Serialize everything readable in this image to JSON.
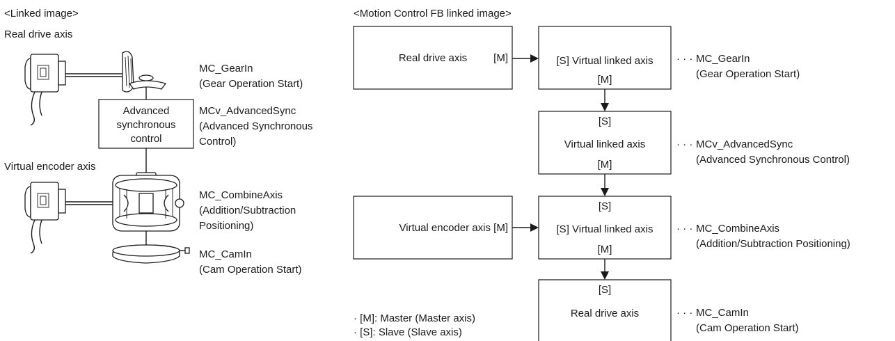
{
  "left_panel": {
    "heading": "<Linked image>",
    "real_drive_label": "Real drive axis",
    "advanced_box_lines": [
      "Advanced",
      "synchronous",
      "control"
    ],
    "virtual_encoder_label": "Virtual encoder axis",
    "fb_labels": [
      {
        "name": "MC_GearIn",
        "desc_lines": [
          "(Gear Operation Start)"
        ]
      },
      {
        "name": "MCv_AdvancedSync",
        "desc_lines": [
          "(Advanced Synchronous",
          "Control)"
        ]
      },
      {
        "name": "MC_CombineAxis",
        "desc_lines": [
          "(Addition/Subtraction",
          "Positioning)"
        ]
      },
      {
        "name": "MC_CamIn",
        "desc_lines": [
          "(Cam Operation Start)"
        ]
      }
    ]
  },
  "right_panel": {
    "heading": "<Motion Control FB linked image>",
    "real_drive_box": {
      "label": "Real drive axis",
      "port": "[M]"
    },
    "virtual_encoder_box": {
      "label": "Virtual encoder axis",
      "port": "[M]"
    },
    "chain": [
      {
        "top": "",
        "label": "[S] Virtual linked axis",
        "bottom": "[M]"
      },
      {
        "top": "[S]",
        "label": "Virtual linked axis",
        "bottom": "[M]"
      },
      {
        "top": "[S]",
        "label": "[S] Virtual linked axis",
        "bottom": "[M]"
      },
      {
        "top": "[S]",
        "label": "Real drive axis",
        "bottom": ""
      }
    ],
    "dots": "· · ·",
    "fb_labels": [
      {
        "name": "MC_GearIn",
        "desc": "(Gear Operation Start)"
      },
      {
        "name": "MCv_AdvancedSync",
        "desc": "(Advanced Synchronous Control)"
      },
      {
        "name": "MC_CombineAxis",
        "desc": "(Addition/Subtraction Positioning)"
      },
      {
        "name": "MC_CamIn",
        "desc": "(Cam Operation Start)"
      }
    ],
    "legend": [
      "· [M]: Master (Master axis)",
      "· [S]: Slave (Slave axis)"
    ]
  }
}
